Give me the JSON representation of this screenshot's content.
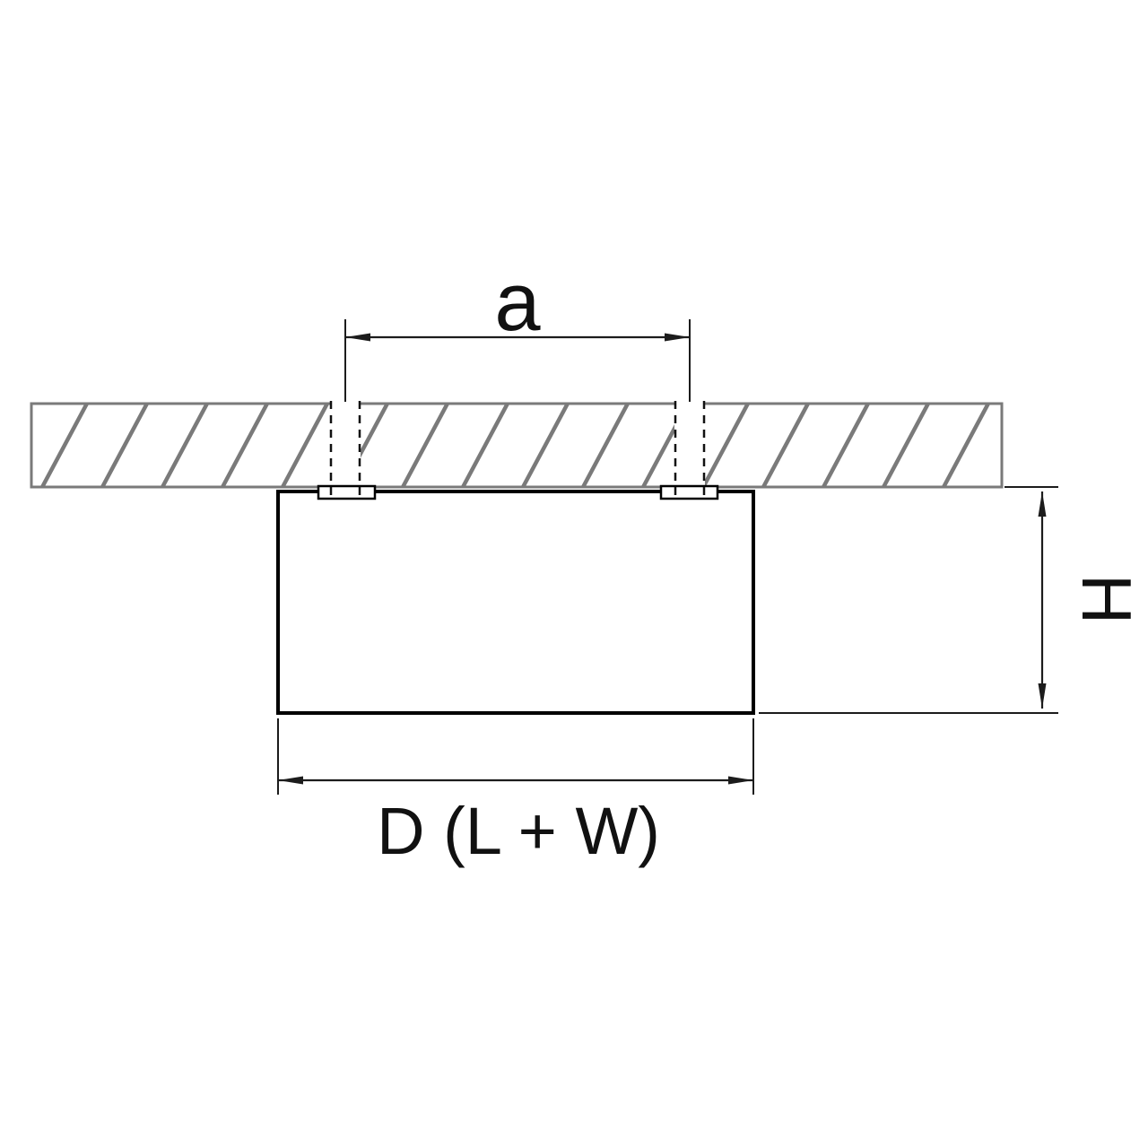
{
  "diagram": {
    "labels": {
      "mounting_distance": "a",
      "height": "H",
      "diameter": "D (L + W)"
    },
    "colors": {
      "slab_outline": "#7a7a7a",
      "drawing_line": "#000000",
      "background": "#ffffff"
    }
  }
}
